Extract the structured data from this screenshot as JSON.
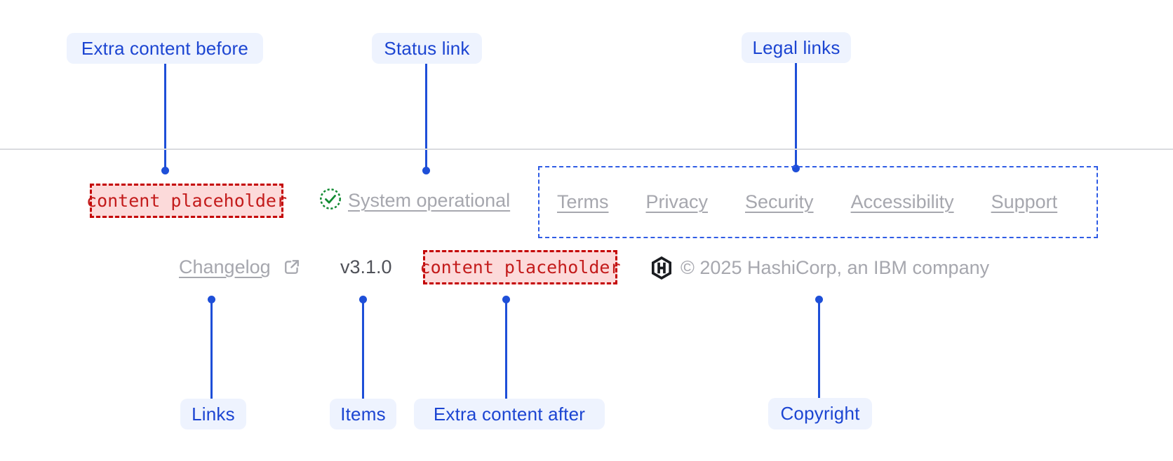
{
  "annotations": {
    "extra_content_before": "Extra content before",
    "status_link": "Status link",
    "legal_links": "Legal links",
    "links": "Links",
    "items": "Items",
    "extra_content_after": "Extra content after",
    "copyright": "Copyright"
  },
  "footer": {
    "extra_content_before_placeholder": "content placeholder",
    "status": {
      "icon": "check-circle-icon",
      "label": "System operational"
    },
    "legal_links": [
      "Terms",
      "Privacy",
      "Security",
      "Accessibility",
      "Support"
    ],
    "changelog": {
      "label": "Changelog",
      "icon": "external-link-icon"
    },
    "version": "v3.1.0",
    "extra_content_after_placeholder": "content placeholder",
    "copyright": {
      "logo_icon": "hashicorp-logo-icon",
      "text": "© 2025 HashiCorp, an IBM company"
    }
  },
  "colors": {
    "annotation_blue": "#1e4fd8",
    "annotation_pill_bg": "#eef3fe",
    "annotation_pill_text": "#1c45d2",
    "annotation_dashed_box": "#2f5ce5",
    "placeholder_border": "#c40000",
    "placeholder_bg": "#fcdada",
    "placeholder_text": "#c31b1b",
    "status_green": "#128b33",
    "link_gray": "#a6a7ae",
    "version_gray": "#505259",
    "logo_black": "#1a1c20",
    "divider_gray": "#dadbdf"
  }
}
